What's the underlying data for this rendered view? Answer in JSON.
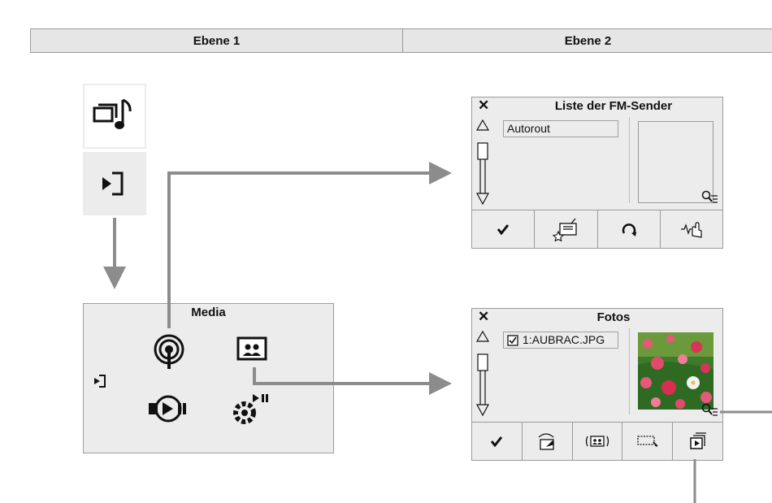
{
  "header": {
    "col1": "Ebene 1",
    "col2": "Ebene 2"
  },
  "tiles": [
    {
      "icon": "media-source-icon"
    },
    {
      "icon": "source-input-icon"
    }
  ],
  "media": {
    "title": "Media",
    "icons": [
      "back-source-icon",
      "fm-radio-icon",
      "photos-icon",
      "play-media-icon",
      "media-settings-icon"
    ]
  },
  "fm_panel": {
    "close": "✕",
    "title": "Liste der FM-Sender",
    "field": "Autorout",
    "buttons": [
      "check-icon",
      "favorite-radio-icon",
      "refresh-icon",
      "hand-gesture-icon"
    ]
  },
  "foto_panel": {
    "close": "✕",
    "title": "Fotos",
    "field": "1:AUBRAC.JPG",
    "buttons": [
      "check-icon",
      "rotate-photo-icon",
      "photo-view-icon",
      "selection-icon",
      "slideshow-icon"
    ]
  },
  "colors": {
    "arrow": "#8c8c8c",
    "panel_bg": "#ececec",
    "header_bg": "#e6e6e6"
  }
}
